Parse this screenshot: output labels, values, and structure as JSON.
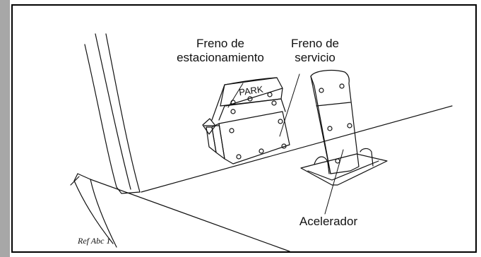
{
  "labels": {
    "parking_brake_line1": "Freno de",
    "parking_brake_line2": "estacionamiento",
    "service_brake_line1": "Freno de",
    "service_brake_line2": "servicio",
    "accelerator": "Acelerador",
    "park_stamp": "PARK",
    "reference": "Ref Abc 1"
  },
  "colors": {
    "sidebar": "#a7a7a7",
    "ink": "#111111",
    "frame": "#000000"
  }
}
